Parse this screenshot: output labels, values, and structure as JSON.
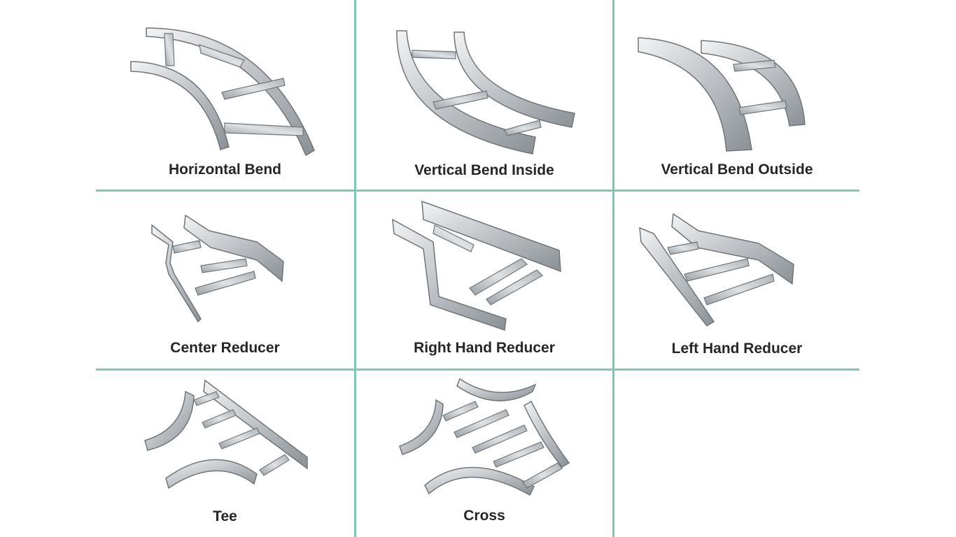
{
  "colors": {
    "grid_line": "#7fc8b4",
    "metal_light": "#e6e8ea",
    "metal_mid": "#b9bdc1",
    "metal_dark": "#7d8388",
    "label_text": "#262626"
  },
  "fittings": [
    {
      "label": "Horizontal Bend",
      "icon": "horizontal-bend-icon"
    },
    {
      "label": "Vertical Bend Inside",
      "icon": "vertical-bend-inside-icon"
    },
    {
      "label": "Vertical Bend Outside",
      "icon": "vertical-bend-outside-icon"
    },
    {
      "label": "Center Reducer",
      "icon": "center-reducer-icon"
    },
    {
      "label": "Right Hand Reducer",
      "icon": "right-hand-reducer-icon"
    },
    {
      "label": "Left Hand Reducer",
      "icon": "left-hand-reducer-icon"
    },
    {
      "label": "Tee",
      "icon": "tee-icon"
    },
    {
      "label": "Cross",
      "icon": "cross-icon"
    }
  ]
}
